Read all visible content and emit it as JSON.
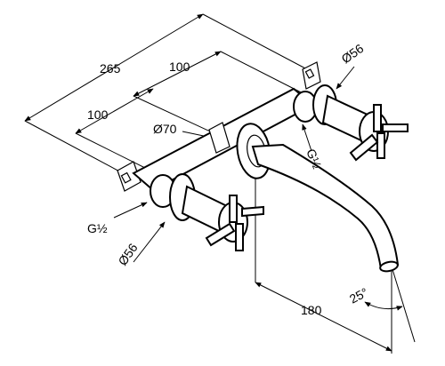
{
  "dimensions": {
    "overall_width": "265",
    "spacing_back": "100",
    "spacing_front": "100",
    "rosette_diameter": "Ø70",
    "handle_diameter_right": "Ø56",
    "handle_diameter_left": "Ø56",
    "thread_right": "G½",
    "thread_left": "G½",
    "spout_projection": "180",
    "spout_angle": "25°"
  }
}
